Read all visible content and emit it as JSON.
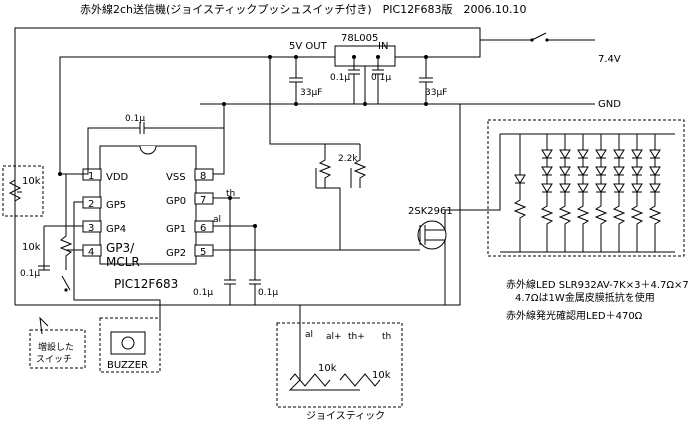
{
  "title": "赤外線2ch送信機(ジョイスティックプッシュスイッチ付き)　PIC12F683版　2006.10.10",
  "labels": {
    "vreg": "78L005",
    "out": "5V OUT",
    "in": "IN",
    "vbat": "7.4V",
    "gnd": "GND",
    "c_out": "0.1μ",
    "c_in": "0.1μ",
    "e_out": "33μF",
    "e_in": "33μF",
    "c_top": "0.1μ",
    "r_pot": "10k",
    "r_pull": "10k",
    "c_pull": "0.1μ",
    "r_22k": "2.2k",
    "pic": "PIC12F683",
    "fet": "2SK2961",
    "c_th": "0.1μ",
    "c_al": "0.1μ",
    "joy_pot1": "10k",
    "joy_pot2": "10k",
    "joy_caption": "ジョイスティック",
    "buzzer": "BUZZER",
    "added_switch_1": "増設した",
    "added_switch_2": "スイッチ",
    "net_th": "th",
    "net_al": "al",
    "joy_al": "al",
    "joy_alp": "al+",
    "joy_thp": "th+",
    "joy_th": "th"
  },
  "pins": {
    "p1": "1",
    "p2": "2",
    "p3": "3",
    "p4": "4",
    "p5": "5",
    "p6": "6",
    "p7": "7",
    "p8": "8",
    "vdd": "VDD",
    "gp5": "GP5",
    "gp4": "GP4",
    "gp3": "GP3/",
    "mclr": "MCLR",
    "vss": "VSS",
    "gp0": "GP0",
    "gp1": "GP1",
    "gp2": "GP2"
  },
  "notes": {
    "line1": "赤外線LED SLR932AV-7K×3＋4.7Ω×7",
    "line2": "4.7Ωは1W金属皮膜抵抗を使用",
    "line3": "赤外線発光確認用LED＋470Ω"
  }
}
